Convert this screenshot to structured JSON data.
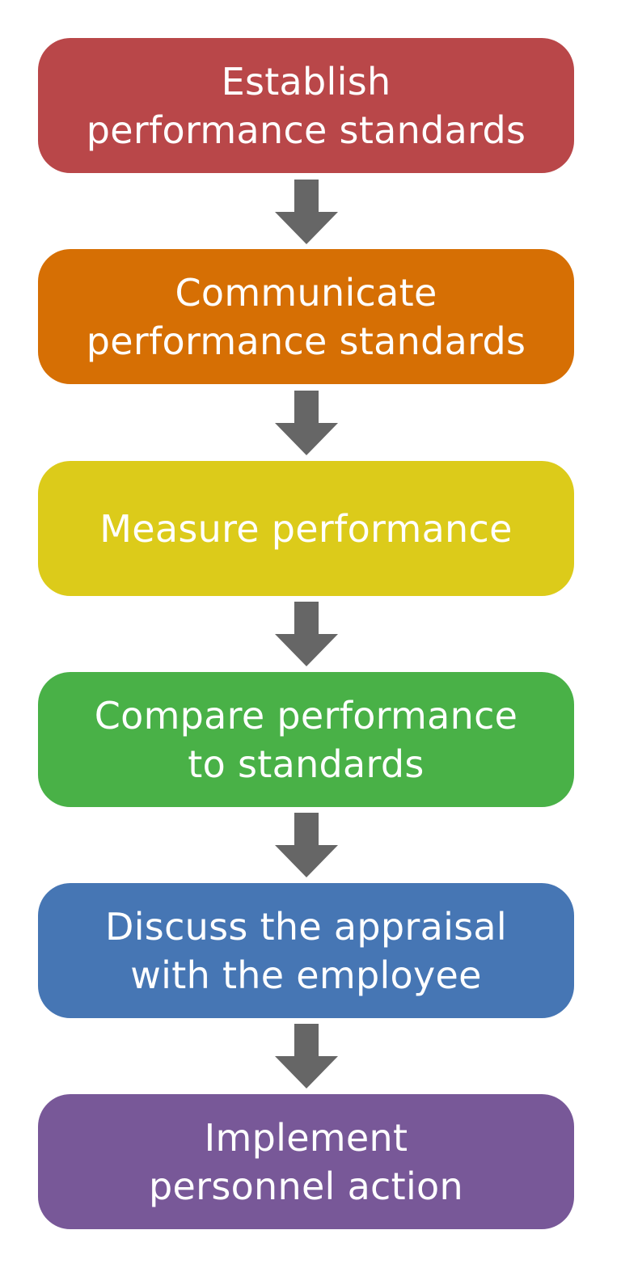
{
  "steps": [
    {
      "label": "Establish\nperformance standards",
      "color": "#b94749"
    },
    {
      "label": "Communicate\nperformance standards",
      "color": "#d66f04"
    },
    {
      "label": "Measure performance",
      "color": "#dccb1a"
    },
    {
      "label": "Compare performance\nto standards",
      "color": "#49b147"
    },
    {
      "label": "Discuss the appraisal\nwith the employee",
      "color": "#4676b4"
    },
    {
      "label": "Implement\npersonnel action",
      "color": "#785898"
    }
  ],
  "arrow_color": "#666666"
}
